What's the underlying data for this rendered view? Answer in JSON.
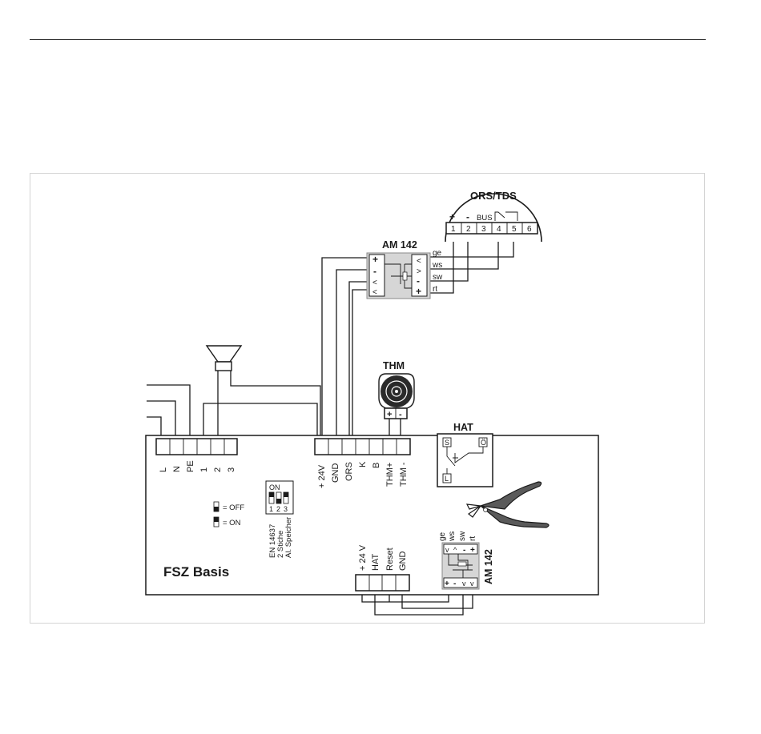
{
  "main_module": {
    "name": "FSZ Basis"
  },
  "mains_terminals": [
    "L",
    "N",
    "PE",
    "1",
    "2",
    "3"
  ],
  "bus_terminals": [
    "+ 24V",
    "GND",
    "ORS",
    "K",
    "B",
    "THM+",
    "THM -"
  ],
  "reset_terminals": [
    "+ 24 V",
    "HAT",
    "Reset",
    "GND"
  ],
  "dip_switch": {
    "on_label": "ON",
    "numbers": [
      "1",
      "2",
      "3"
    ],
    "caption": [
      "EN 14637",
      "2 Stiche",
      "Al. Speicher"
    ],
    "legend_off": "= OFF",
    "legend_on": "= ON"
  },
  "ors_tds": {
    "title": "ORS/TDS",
    "signs": [
      "+",
      "-"
    ],
    "bus_label": "BUS",
    "terminals": [
      "1",
      "2",
      "3",
      "4",
      "5",
      "6"
    ]
  },
  "am142_top": {
    "title": "AM 142",
    "left_marks": [
      "+",
      "-",
      "<",
      "<"
    ],
    "right_marks": [
      "<",
      ">",
      "-",
      "+"
    ],
    "wires": [
      "ge",
      "ws",
      "sw",
      "rt"
    ]
  },
  "thm": {
    "title": "THM",
    "terminals": [
      "+",
      "-"
    ]
  },
  "hat": {
    "title": "HAT",
    "s_label": "S",
    "l_label": "L",
    "o_label": "Ö"
  },
  "am142_bottom": {
    "title": "AM 142",
    "wires": [
      "ge",
      "ws",
      "sw",
      "rt"
    ],
    "top_marks": [
      "v",
      "^",
      "-",
      "+"
    ],
    "bottom_marks": [
      "+",
      "-",
      "v",
      "v"
    ]
  }
}
